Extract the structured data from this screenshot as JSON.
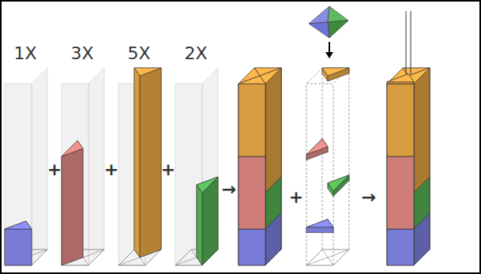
{
  "diagram": {
    "labels": [
      "1X",
      "3X",
      "5X",
      "2X",
      "+",
      "+",
      "+",
      "→",
      "+",
      "→"
    ]
  }
}
